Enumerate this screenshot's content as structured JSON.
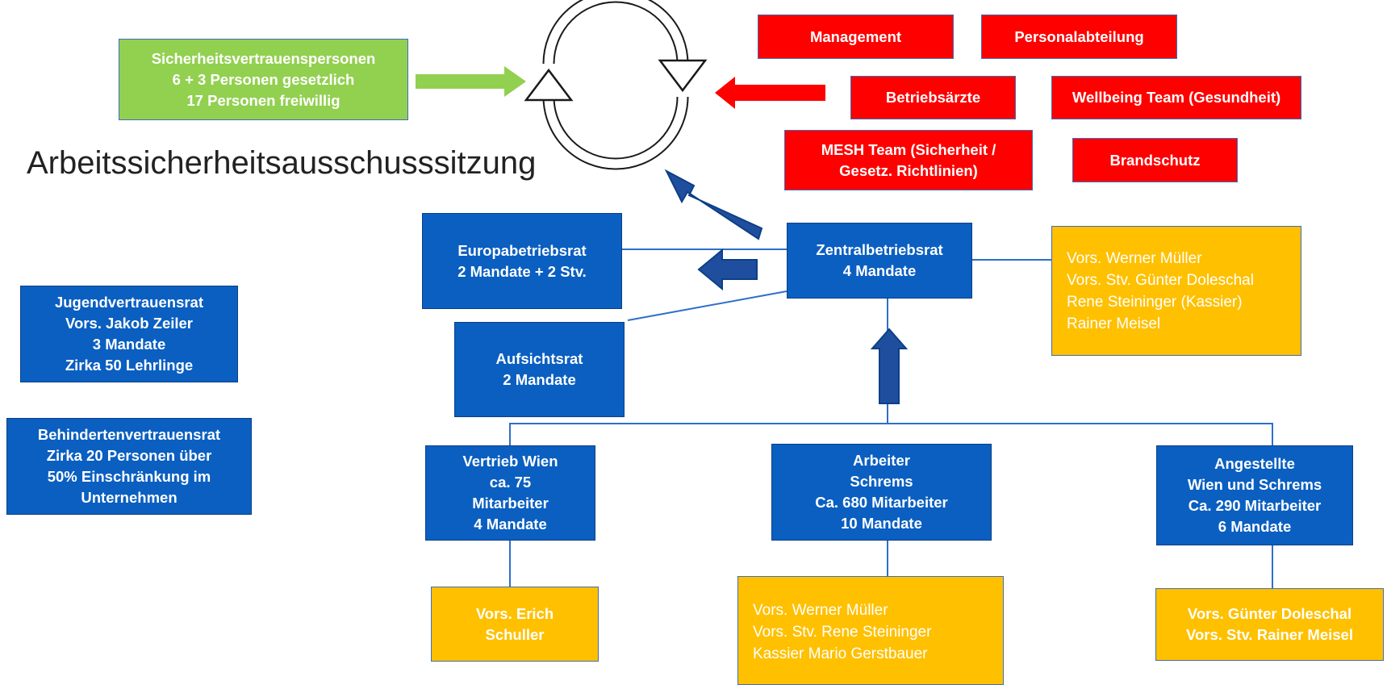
{
  "title": "Arbeitssicherheitsausschusssitzung",
  "colors": {
    "blue": "#0a5fc1",
    "red": "#ff0000",
    "yellow": "#ffc000",
    "green": "#92d050",
    "arrow_blue": "#1f4e9f"
  },
  "icons": {
    "cycle": "refresh-cycle-icon"
  },
  "boxes": {
    "svp": [
      "Sicherheitsvertrauenspersonen",
      "6 + 3 Personen gesetzlich",
      "17 Personen freiwillig"
    ],
    "management": [
      "Management"
    ],
    "personal": [
      "Personalabteilung"
    ],
    "betriebsaerzte": [
      "Betriebsärzte"
    ],
    "wellbeing": [
      "Wellbeing Team (Gesundheit)"
    ],
    "mesh": [
      "MESH Team (Sicherheit /",
      "Gesetz. Richtlinien)"
    ],
    "brandschutz": [
      "Brandschutz"
    ],
    "europa": [
      "Europabetriebsrat",
      "2 Mandate + 2 Stv."
    ],
    "zentral": [
      "Zentralbetriebsrat",
      "4 Mandate"
    ],
    "aufsicht": [
      "Aufsichtsrat",
      "2 Mandate"
    ],
    "zentral_members": [
      "Vors. Werner Müller",
      "Vors. Stv. Günter Doleschal",
      "Rene Steininger (Kassier)",
      "Rainer Meisel"
    ],
    "jugend": [
      "Jugendvertrauensrat",
      "Vors. Jakob Zeiler",
      "3 Mandate",
      "Zirka 50 Lehrlinge"
    ],
    "behinderten": [
      "Behindertenvertrauensrat",
      "Zirka 20 Personen über",
      "50% Einschränkung im",
      "Unternehmen"
    ],
    "vertrieb": [
      "Vertrieb Wien",
      "ca. 75",
      "Mitarbeiter",
      "4 Mandate"
    ],
    "arbeiter": [
      "Arbeiter",
      "Schrems",
      "Ca. 680 Mitarbeiter",
      "10 Mandate"
    ],
    "angestellte": [
      "Angestellte",
      "Wien und Schrems",
      "Ca. 290 Mitarbeiter",
      "6 Mandate"
    ],
    "vertrieb_vors": [
      "Vors. Erich",
      "Schuller"
    ],
    "arbeiter_members": [
      "Vors. Werner Müller",
      "Vors. Stv. Rene Steininger",
      "Kassier Mario Gerstbauer"
    ],
    "angestellte_vors": [
      "Vors. Günter Doleschal",
      "Vors. Stv. Rainer Meisel"
    ]
  }
}
